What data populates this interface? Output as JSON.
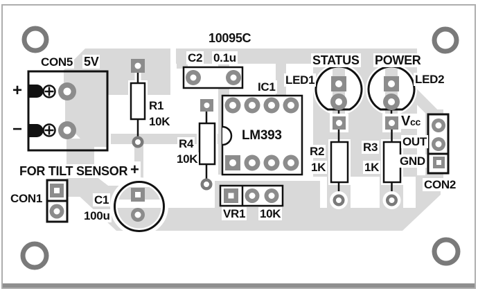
{
  "board": {
    "title": "10095C"
  },
  "colors": {
    "pour": "#d9d9d9",
    "pad": "#8c8c8c",
    "ring_pad": "#7a7a7a",
    "silkscreen": "#111111",
    "frame": "#adadad",
    "bottom_bar": "#8f8f8f",
    "background": "#ffffff"
  },
  "connectors": {
    "con5": {
      "ref": "CON5",
      "label": "5V",
      "pin_plus": "+",
      "pin_minus": "−"
    },
    "con1": {
      "ref": "CON1",
      "note": "FOR TILT SENSOR"
    },
    "con2": {
      "ref": "CON2",
      "pin1": "Vcc",
      "pin2": "OUT",
      "pin3": "GND"
    }
  },
  "components": {
    "ic1": {
      "ref": "IC1",
      "part": "LM393"
    },
    "r1": {
      "ref": "R1",
      "value": "10K"
    },
    "r2": {
      "ref": "R2",
      "value": "1K"
    },
    "r3": {
      "ref": "R3",
      "value": "1K"
    },
    "r4": {
      "ref": "R4",
      "value": "10K"
    },
    "c1": {
      "ref": "C1",
      "value": "100u",
      "polarity": "+"
    },
    "c2": {
      "ref": "C2",
      "value": "0.1u"
    },
    "vr1": {
      "ref": "VR1",
      "value": "10K"
    },
    "led1": {
      "ref": "LED1",
      "function": "STATUS"
    },
    "led2": {
      "ref": "LED2",
      "function": "POWER"
    }
  }
}
